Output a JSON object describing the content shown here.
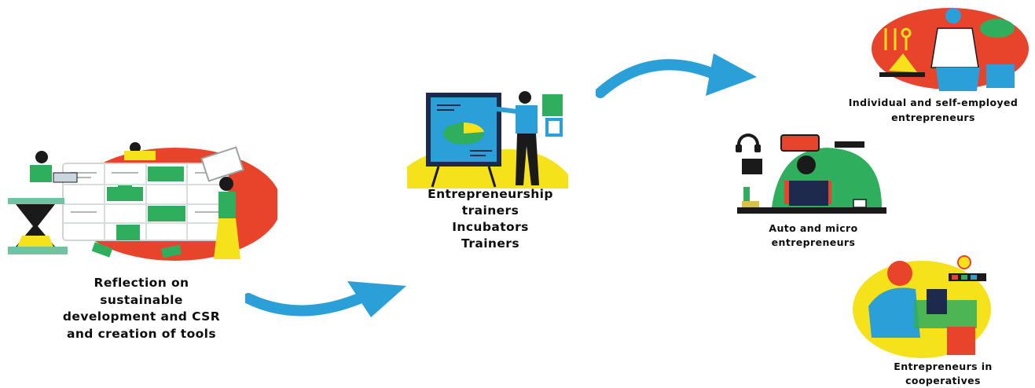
{
  "colors": {
    "red": "#e8442c",
    "green": "#2fae5e",
    "yellow": "#f5e21a",
    "blue": "#2a9fd8",
    "navy": "#1d2a4e",
    "dark": "#1a1a1a"
  },
  "stages": [
    {
      "icon": "planning-team-illustration",
      "lines": [
        "Reflection on",
        "sustainable",
        "development and CSR",
        "and creation of tools"
      ]
    },
    {
      "icon": "presentation-trainer-illustration",
      "lines": [
        "Entrepreneurship",
        "trainers",
        "Incubators",
        "Trainers"
      ]
    }
  ],
  "outcomes": [
    {
      "icon": "waitress-illustration",
      "lines": [
        "Individual and self-employed",
        "entrepreneurs"
      ]
    },
    {
      "icon": "desk-worker-illustration",
      "lines": [
        "Auto and micro",
        "entrepreneurs"
      ]
    },
    {
      "icon": "designer-illustration",
      "lines": [
        "Entrepreneurs in",
        "cooperatives"
      ]
    }
  ],
  "arrows": [
    "arrow-right-icon",
    "arrow-right-icon"
  ]
}
